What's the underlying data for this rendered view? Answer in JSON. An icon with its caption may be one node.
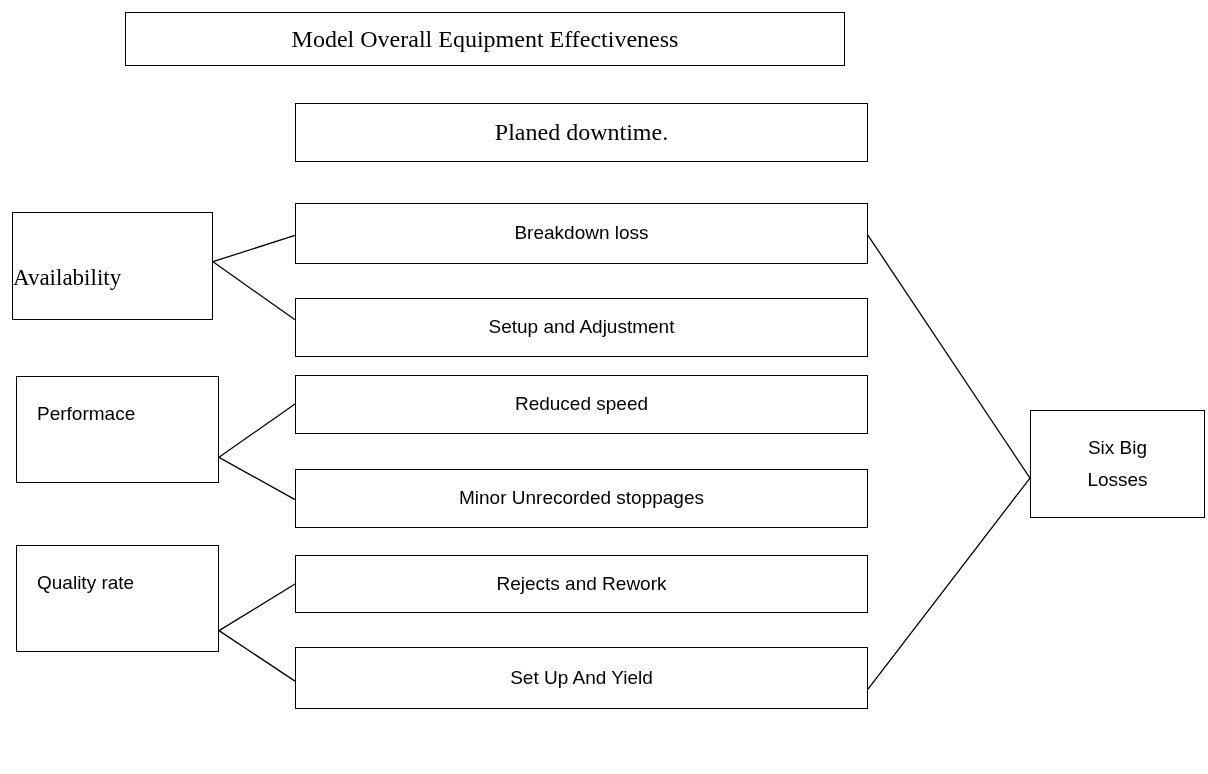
{
  "diagram": {
    "nodes": [
      {
        "text": [
          "Model Overall Equipment Effectiveness"
        ]
      },
      {
        "text": [
          "Planed downtime."
        ]
      },
      {
        "text": [
          "Availability"
        ]
      },
      {
        "text": [
          "Breakdown loss"
        ]
      },
      {
        "text": [
          "Setup and Adjustment"
        ]
      },
      {
        "text": [
          "Performace"
        ]
      },
      {
        "text": [
          "Reduced speed"
        ]
      },
      {
        "text": [
          "Minor Unrecorded stoppages"
        ]
      },
      {
        "text": [
          "Quality rate"
        ]
      },
      {
        "text": [
          "Rejects and Rework"
        ]
      },
      {
        "text": [
          "Set Up And Yield"
        ]
      },
      {
        "text": [
          "Six Big Losses"
        ]
      }
    ],
    "edges": [
      {
        "from": 2,
        "to": 3,
        "arrow": "none"
      },
      {
        "from": 2,
        "to": 4,
        "arrow": "none"
      },
      {
        "from": 5,
        "to": 6,
        "arrow": "none"
      },
      {
        "from": 5,
        "to": 7,
        "arrow": "none"
      },
      {
        "from": 8,
        "to": 9,
        "arrow": "none"
      },
      {
        "from": 8,
        "to": 10,
        "arrow": "none"
      },
      {
        "from": 3,
        "to": 11,
        "arrow": "none"
      },
      {
        "from": 10,
        "to": 11,
        "arrow": "none"
      }
    ]
  }
}
